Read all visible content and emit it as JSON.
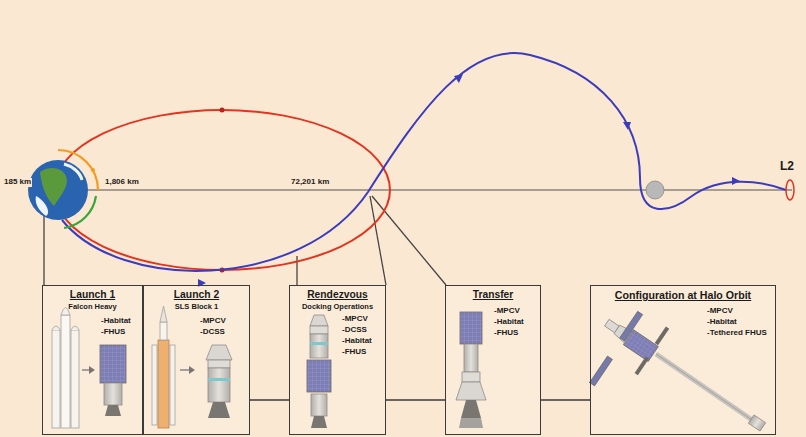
{
  "diagram": {
    "nodes": [
      {
        "text": [
          "Launch 1",
          "Falcon Heavy",
          "-Habitat",
          "-FHUS"
        ]
      },
      {
        "text": [
          "Launch 2",
          "SLS Block 1",
          "-MPCV",
          "-DCSS"
        ]
      },
      {
        "text": [
          "Rendezvous",
          "Docking Operations",
          "-MPCV",
          "-DCSS",
          "-Habitat",
          "-FHUS"
        ]
      },
      {
        "text": [
          "Transfer",
          "-MPCV",
          "-Habitat",
          "-FHUS"
        ]
      },
      {
        "text": [
          "Configuration at Halo Orbit",
          "-MPCV",
          "-Habitat",
          "-Tethered FHUS"
        ]
      }
    ],
    "edges": [
      {
        "from": 1,
        "to": 2,
        "arrow": "none"
      },
      {
        "from": 2,
        "to": 3,
        "arrow": "none"
      },
      {
        "from": 3,
        "to": 4,
        "arrow": "none"
      }
    ],
    "labels": [
      "185 km",
      "1,806 km",
      "72,201 km",
      "L2"
    ]
  }
}
